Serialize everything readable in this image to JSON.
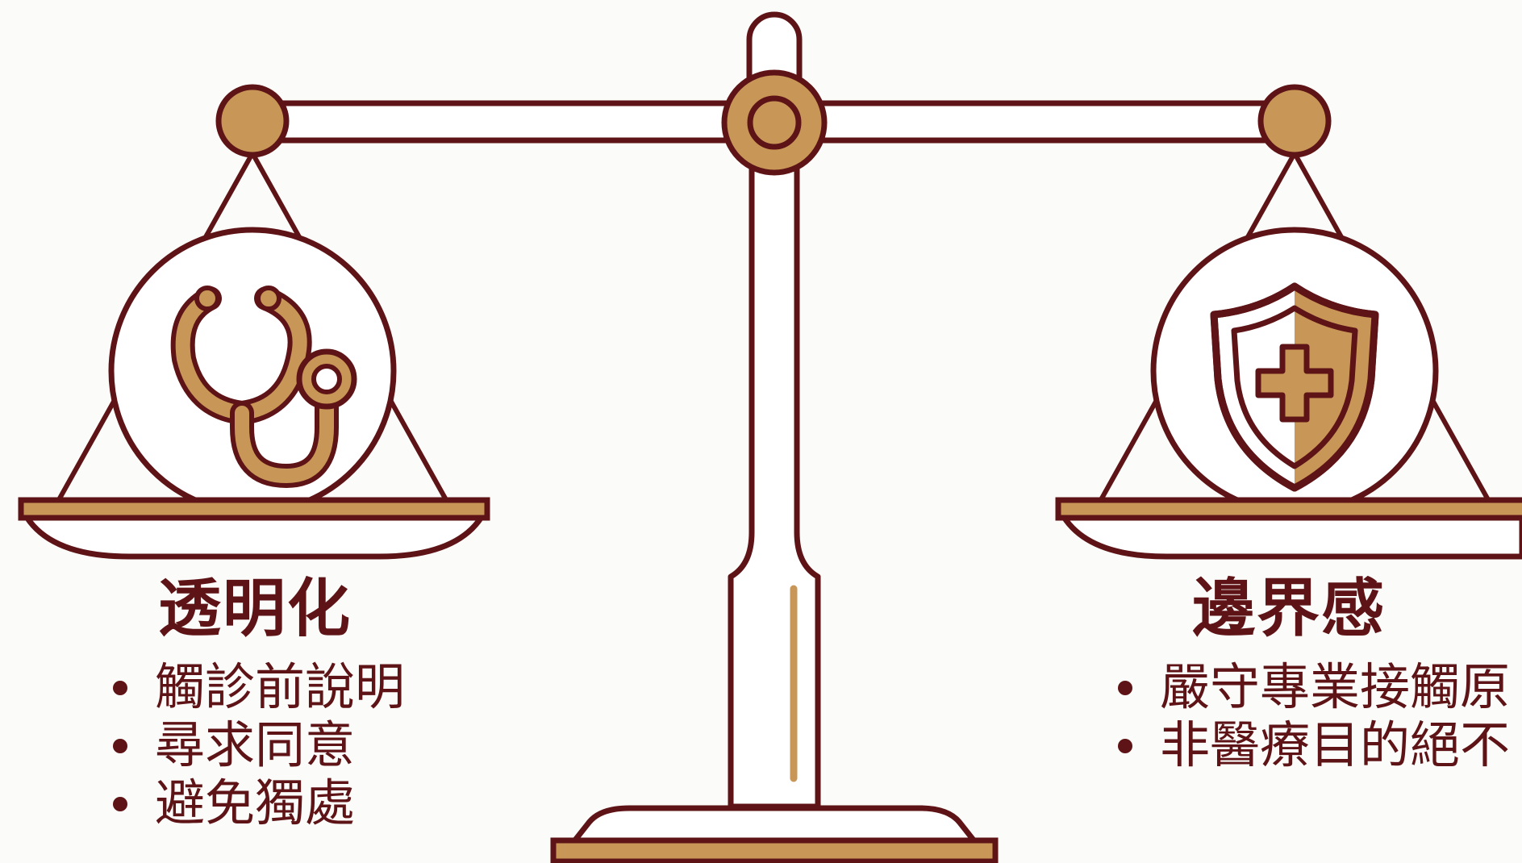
{
  "colors": {
    "maroon": "#5e1416",
    "gold": "#c89758",
    "background": "#fbfbf9"
  },
  "left_panel": {
    "icon": "stethoscope-icon",
    "title": "透明化",
    "items": [
      "觸診前說明",
      "尋求同意",
      "避免獨處"
    ]
  },
  "right_panel": {
    "icon": "shield-cross-icon",
    "title": "邊界感",
    "items": [
      "嚴守專業接觸原",
      "非醫療目的絕不"
    ]
  }
}
